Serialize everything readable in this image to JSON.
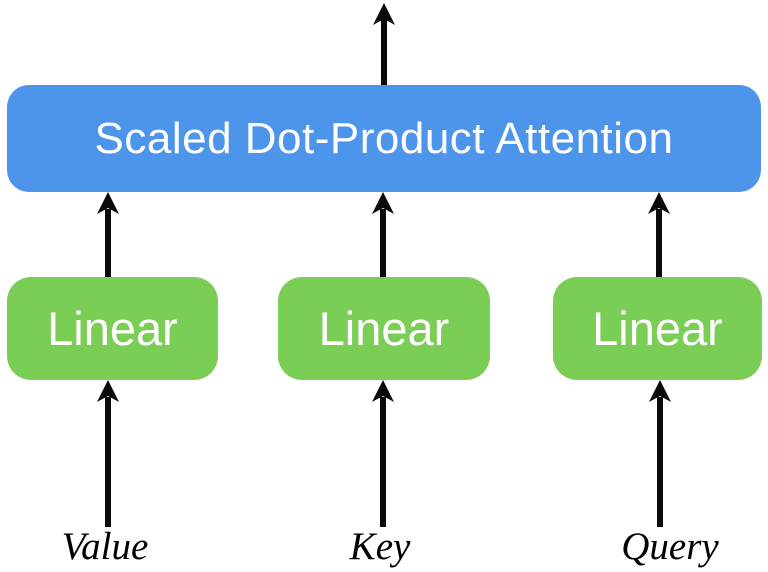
{
  "diagram": {
    "attention_block": {
      "label": "Scaled Dot-Product Attention",
      "color": "#4C95EB"
    },
    "linear_blocks": [
      {
        "label": "Linear"
      },
      {
        "label": "Linear"
      },
      {
        "label": "Linear"
      }
    ],
    "linear_block_color": "#7BCE55",
    "input_labels": [
      {
        "label": "Value"
      },
      {
        "label": "Key"
      },
      {
        "label": "Query"
      }
    ],
    "arrow_color": "#0a0a0a",
    "block_text_color": "#FFFFFF",
    "input_label_color": "#000000",
    "background_color": "#FFFFFF"
  }
}
